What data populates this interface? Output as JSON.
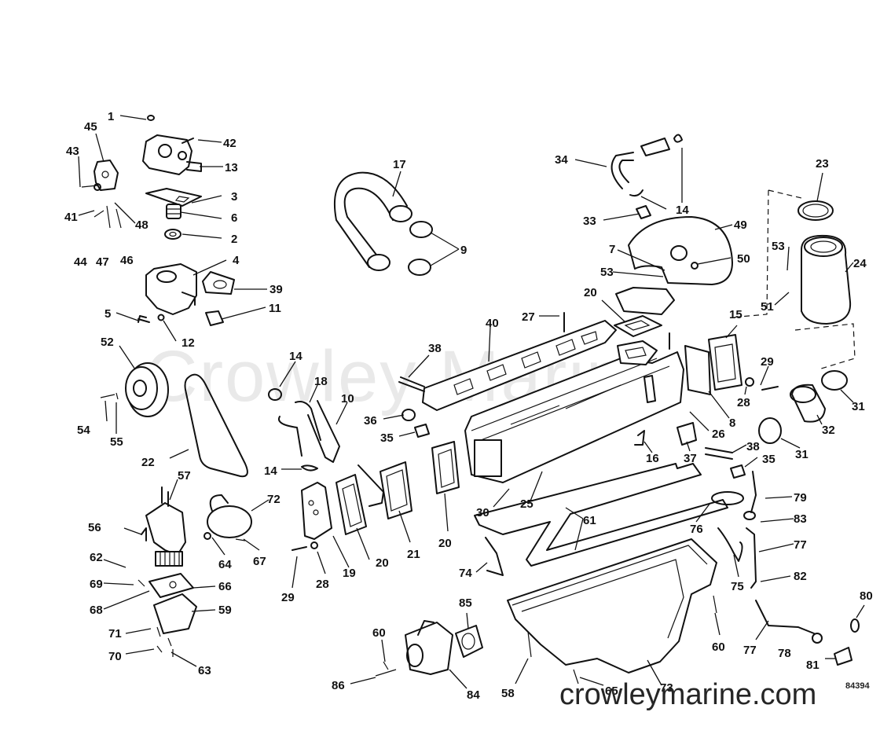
{
  "watermark": "Crowley Marine",
  "site_label": "crowleymarine.com",
  "diagram_code": "84394",
  "callouts": [
    {
      "id": "c1",
      "text": "1"
    },
    {
      "id": "c45",
      "text": "45"
    },
    {
      "id": "c42",
      "text": "42"
    },
    {
      "id": "c43",
      "text": "43"
    },
    {
      "id": "c13",
      "text": "13"
    },
    {
      "id": "c3",
      "text": "3"
    },
    {
      "id": "c41",
      "text": "41"
    },
    {
      "id": "c48",
      "text": "48"
    },
    {
      "id": "c6",
      "text": "6"
    },
    {
      "id": "c44",
      "text": "44"
    },
    {
      "id": "c47",
      "text": "47"
    },
    {
      "id": "c46",
      "text": "46"
    },
    {
      "id": "c2",
      "text": "2"
    },
    {
      "id": "c4",
      "text": "4"
    },
    {
      "id": "c39",
      "text": "39"
    },
    {
      "id": "c5",
      "text": "5"
    },
    {
      "id": "c11",
      "text": "11"
    },
    {
      "id": "c12",
      "text": "12"
    },
    {
      "id": "c52",
      "text": "52"
    },
    {
      "id": "c17",
      "text": "17"
    },
    {
      "id": "c9",
      "text": "9"
    },
    {
      "id": "c34",
      "text": "34"
    },
    {
      "id": "c14a",
      "text": "14"
    },
    {
      "id": "c33",
      "text": "33"
    },
    {
      "id": "c49",
      "text": "49"
    },
    {
      "id": "c23",
      "text": "23"
    },
    {
      "id": "c7",
      "text": "7"
    },
    {
      "id": "c50",
      "text": "50"
    },
    {
      "id": "c53a",
      "text": "53"
    },
    {
      "id": "c53b",
      "text": "53"
    },
    {
      "id": "c24",
      "text": "24"
    },
    {
      "id": "c51",
      "text": "51"
    },
    {
      "id": "c20a",
      "text": "20"
    },
    {
      "id": "c27",
      "text": "27"
    },
    {
      "id": "c40",
      "text": "40"
    },
    {
      "id": "c15",
      "text": "15"
    },
    {
      "id": "c38a",
      "text": "38"
    },
    {
      "id": "c14b",
      "text": "14"
    },
    {
      "id": "c18",
      "text": "18"
    },
    {
      "id": "c10",
      "text": "10"
    },
    {
      "id": "c29a",
      "text": "29"
    },
    {
      "id": "c28a",
      "text": "28"
    },
    {
      "id": "c8",
      "text": "8"
    },
    {
      "id": "c31a",
      "text": "31"
    },
    {
      "id": "c32",
      "text": "32"
    },
    {
      "id": "c54",
      "text": "54"
    },
    {
      "id": "c55",
      "text": "55"
    },
    {
      "id": "c36",
      "text": "36"
    },
    {
      "id": "c35a",
      "text": "35"
    },
    {
      "id": "c26",
      "text": "26"
    },
    {
      "id": "c22",
      "text": "22"
    },
    {
      "id": "c16",
      "text": "16"
    },
    {
      "id": "c37",
      "text": "37"
    },
    {
      "id": "c38b",
      "text": "38"
    },
    {
      "id": "c35b",
      "text": "35"
    },
    {
      "id": "c31b",
      "text": "31"
    },
    {
      "id": "c14c",
      "text": "14"
    },
    {
      "id": "c57",
      "text": "57"
    },
    {
      "id": "c72",
      "text": "72"
    },
    {
      "id": "c30",
      "text": "30"
    },
    {
      "id": "c25",
      "text": "25"
    },
    {
      "id": "c61",
      "text": "61"
    },
    {
      "id": "c79",
      "text": "79"
    },
    {
      "id": "c56",
      "text": "56"
    },
    {
      "id": "c76",
      "text": "76"
    },
    {
      "id": "c83",
      "text": "83"
    },
    {
      "id": "c20b",
      "text": "20"
    },
    {
      "id": "c21",
      "text": "21"
    },
    {
      "id": "c20c",
      "text": "20"
    },
    {
      "id": "c77a",
      "text": "77"
    },
    {
      "id": "c62",
      "text": "62"
    },
    {
      "id": "c64",
      "text": "64"
    },
    {
      "id": "c67",
      "text": "67"
    },
    {
      "id": "c19",
      "text": "19"
    },
    {
      "id": "c74",
      "text": "74"
    },
    {
      "id": "c69",
      "text": "69"
    },
    {
      "id": "c66",
      "text": "66"
    },
    {
      "id": "c29b",
      "text": "29"
    },
    {
      "id": "c28b",
      "text": "28"
    },
    {
      "id": "c75",
      "text": "75"
    },
    {
      "id": "c82",
      "text": "82"
    },
    {
      "id": "c68",
      "text": "68"
    },
    {
      "id": "c59",
      "text": "59"
    },
    {
      "id": "c85",
      "text": "85"
    },
    {
      "id": "c80",
      "text": "80"
    },
    {
      "id": "c71",
      "text": "71"
    },
    {
      "id": "c60a",
      "text": "60"
    },
    {
      "id": "c60b",
      "text": "60"
    },
    {
      "id": "c77b",
      "text": "77"
    },
    {
      "id": "c78",
      "text": "78"
    },
    {
      "id": "c70",
      "text": "70"
    },
    {
      "id": "c63",
      "text": "63"
    },
    {
      "id": "c81",
      "text": "81"
    },
    {
      "id": "c86",
      "text": "86"
    },
    {
      "id": "c84",
      "text": "84"
    },
    {
      "id": "c58",
      "text": "58"
    },
    {
      "id": "c65",
      "text": "65"
    },
    {
      "id": "c73",
      "text": "73"
    }
  ]
}
